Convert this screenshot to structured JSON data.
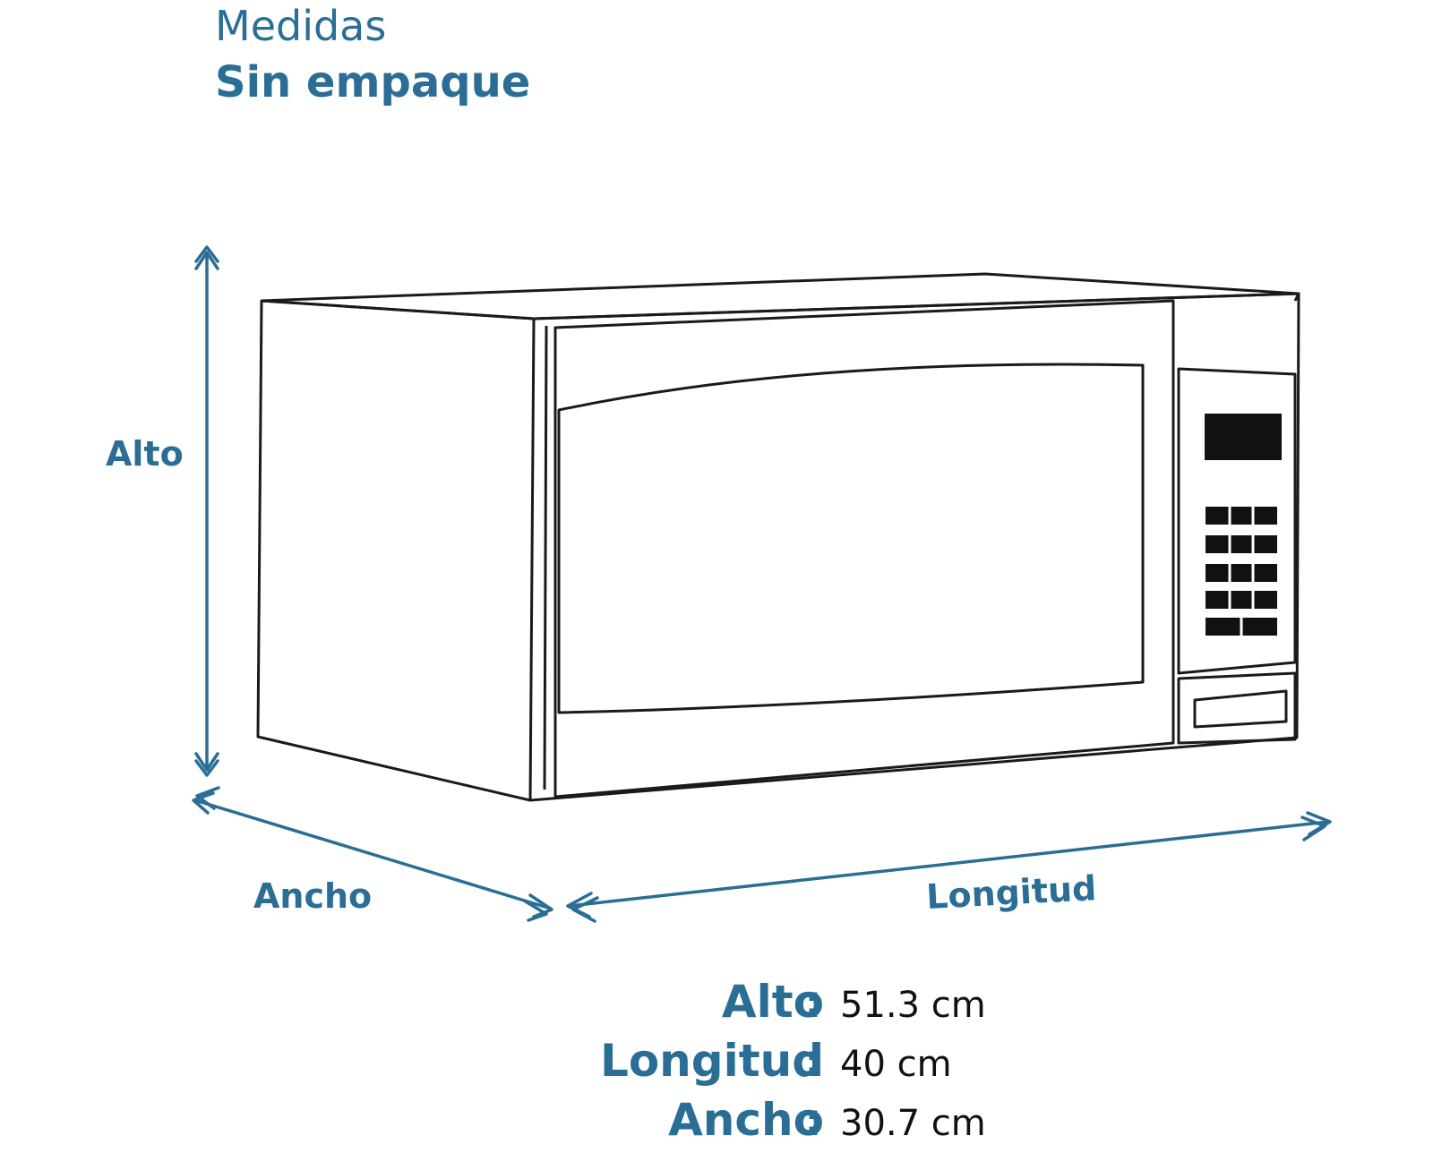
{
  "header": {
    "title": "Medidas",
    "subtitle": "Sin empaque"
  },
  "diagram": {
    "labels": {
      "height": "Alto",
      "width": "Ancho",
      "length": "Longitud"
    },
    "colors": {
      "accent": "#2a6e96",
      "outline": "#1a1a1a",
      "display": "#111111"
    }
  },
  "specs": [
    {
      "label": "Alto",
      "colon": ":",
      "value": "51.3 cm"
    },
    {
      "label": "Longitud",
      "colon": ":",
      "value": "40 cm"
    },
    {
      "label": "Ancho",
      "colon": ":",
      "value": "30.7 cm"
    }
  ]
}
